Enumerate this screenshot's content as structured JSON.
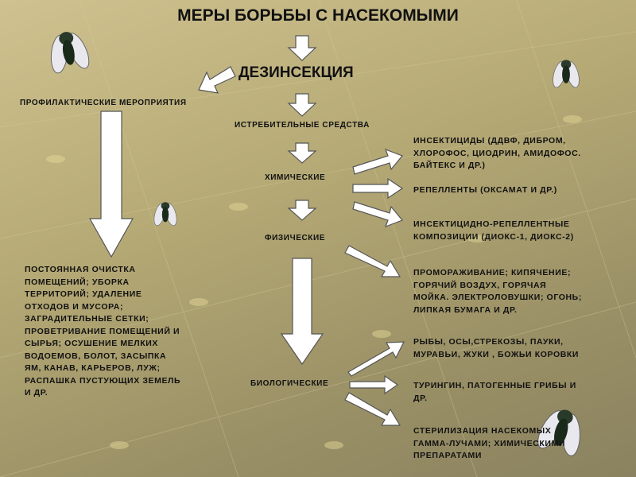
{
  "title": "МЕРЫ БОРЬБЫ С НАСЕКОМЫМИ",
  "main": "ДЕЗИНСЕКЦИЯ",
  "branches": {
    "prevention": "ПРОФИЛАКТИЧЕСКИЕ МЕРОПРИЯТИЯ",
    "extermination": "ИСТРЕБИТЕЛЬНЫЕ СРЕДСТВА"
  },
  "methods": {
    "chemical": "ХИМИЧЕСКИЕ",
    "physical": "ФИЗИЧЕСКИЕ",
    "biological": "БИОЛОГИЧЕСКИЕ"
  },
  "prevention_text": "ПОСТОЯННАЯ ОЧИСТКА\nПОМЕЩЕНИЙ; УБОРКА\nТЕРРИТОРИЙ; УДАЛЕНИЕ\nОТХОДОВ И МУСОРА;\nЗАГРАДИТЕЛЬНЫЕ СЕТКИ;\nПРОВЕТРИВАНИЕ ПОМЕЩЕНИЙ И\nСЫРЬЯ; ОСУШЕНИЕ МЕЛКИХ\nВОДОЕМОВ, БОЛОТ, ЗАСЫПКА\nЯМ, КАНАВ, КАРЬЕРОВ, ЛУЖ;\nРАСПАШКА ПУСТУЮЩИХ ЗЕМЕЛЬ\nИ ДР.",
  "chemical_items": [
    "ИНСЕКТИЦИДЫ (ДДВФ, ДИБРОМ,\nХЛОРОФОС, ЦИОДРИН, АМИДОФОС.\nБАЙТЕКС И ДР.)",
    "РЕПЕЛЛЕНТЫ (ОКСАМАТ И ДР.)",
    "ИНСЕКТИЦИДНО-РЕПЕЛЛЕНТНЫЕ\nКОМПОЗИЦИИ (ДИОКС-1, ДИОКС-2)"
  ],
  "physical_items": [
    "ПРОМОРАЖИВАНИЕ; КИПЯЧЕНИЕ;\nГОРЯЧИЙ ВОЗДУХ, ГОРЯЧАЯ\nМОЙКА. ЭЛЕКТРОЛОВУШКИ; ОГОНЬ;\nЛИПКАЯ  БУМАГА И ДР."
  ],
  "biological_items": [
    "РЫБЫ, ОСЫ,СТРЕКОЗЫ, ПАУКИ,\nМУРАВЬИ, ЖУКИ , БОЖЬИ КОРОВКИ",
    "ТУРИНГИН, ПАТОГЕННЫЕ ГРИБЫ И\nДР.",
    "СТЕРИЛИЗАЦИЯ  НАСЕКОМЫХ\nГАММА-ЛУЧАМИ; ХИМИЧЕСКИМИ\nПРЕПАРАТАМИ"
  ]
}
